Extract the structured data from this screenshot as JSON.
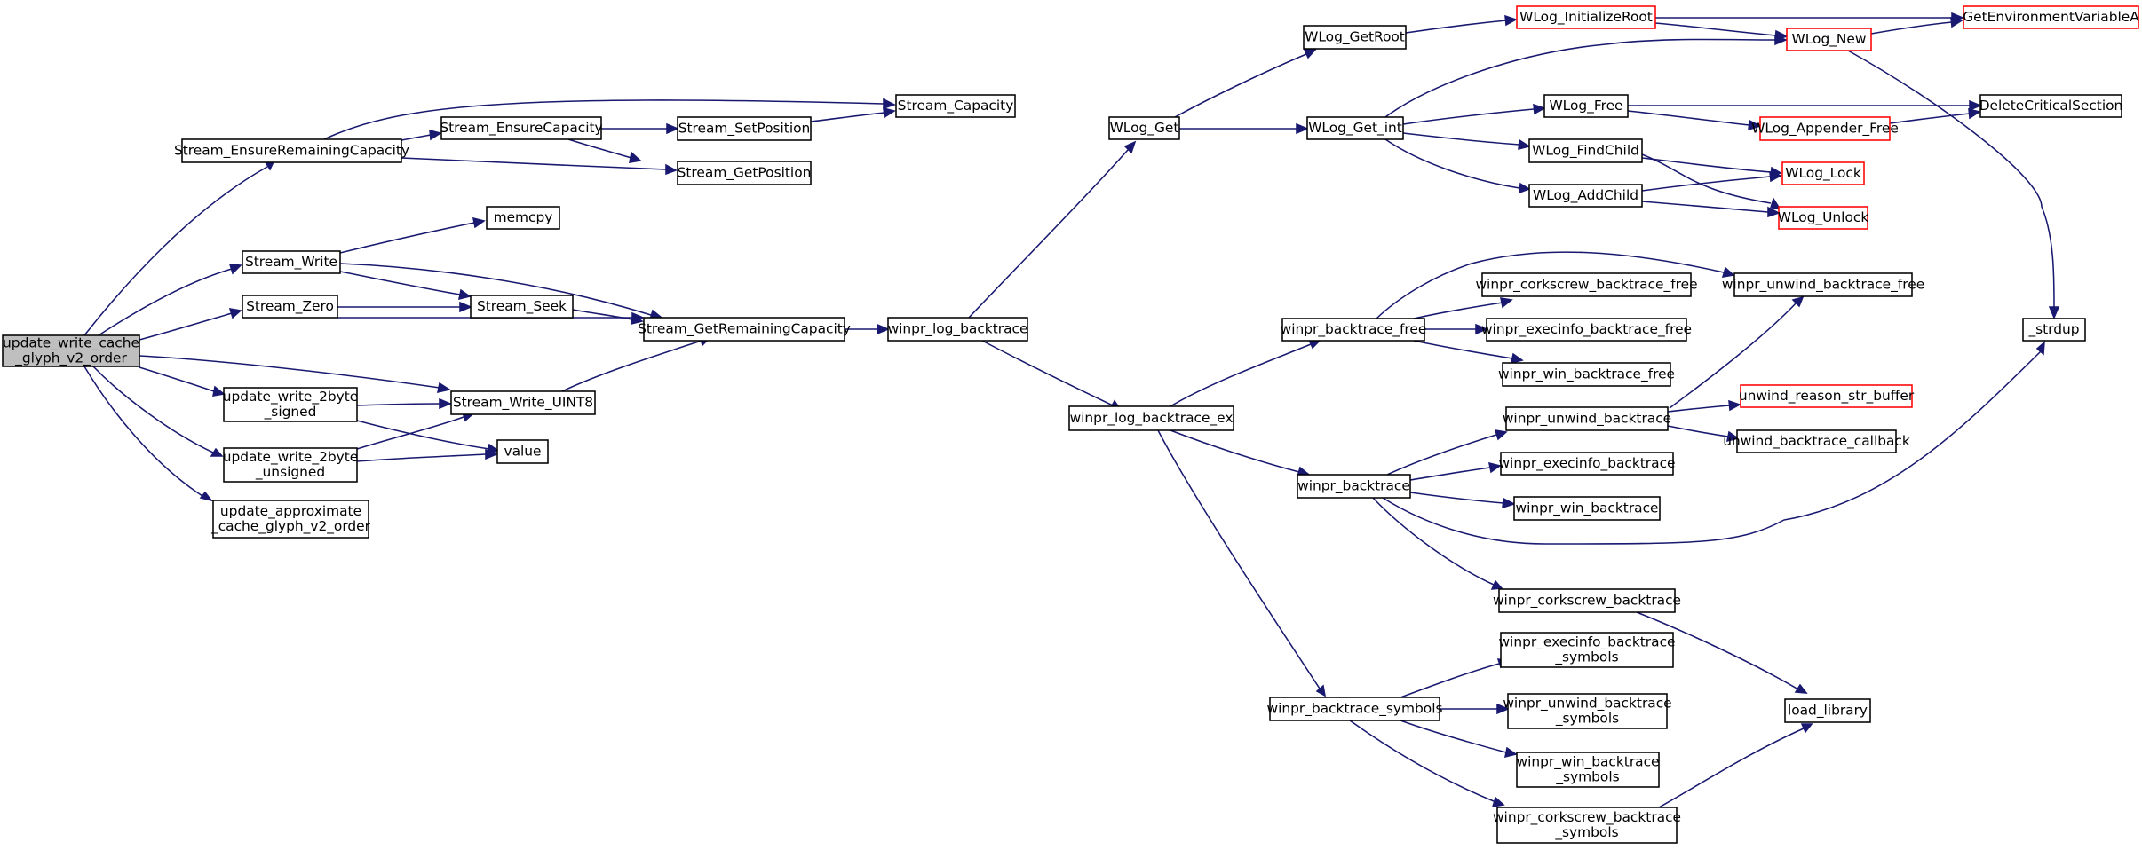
{
  "title": "",
  "colors": {
    "edge": "#191970",
    "node_border": "#000000",
    "node_border_truncated": "#ff0000",
    "root_fill": "#bfbfbf",
    "node_fill": "#ffffff"
  },
  "nodes": {
    "n0": {
      "lines": [
        "update_write_cache",
        "_glyph_v2_order"
      ],
      "root": true
    },
    "n1": {
      "lines": [
        "Stream_EnsureRemainingCapacity"
      ]
    },
    "n2": {
      "lines": [
        "Stream_Capacity"
      ]
    },
    "n3": {
      "lines": [
        "Stream_EnsureCapacity"
      ]
    },
    "n4": {
      "lines": [
        "Stream_GetPosition"
      ]
    },
    "n5": {
      "lines": [
        "Stream_SetPosition"
      ]
    },
    "n6": {
      "lines": [
        "Stream_Write"
      ]
    },
    "n7": {
      "lines": [
        "memcpy"
      ]
    },
    "n8": {
      "lines": [
        "Stream_GetRemainingCapacity"
      ]
    },
    "n9": {
      "lines": [
        "winpr_log_backtrace"
      ]
    },
    "n10": {
      "lines": [
        "Stream_Seek"
      ]
    },
    "n11": {
      "lines": [
        "Stream_Write_UINT8"
      ]
    },
    "n12": {
      "lines": [
        "Stream_Zero"
      ]
    },
    "n13": {
      "lines": [
        "update_approximate",
        "_cache_glyph_v2_order"
      ]
    },
    "n14": {
      "lines": [
        "update_write_2byte",
        "_signed"
      ]
    },
    "n15": {
      "lines": [
        "value"
      ]
    },
    "n16": {
      "lines": [
        "update_write_2byte",
        "_unsigned"
      ]
    },
    "n17": {
      "lines": [
        "WLog_Get"
      ]
    },
    "n18": {
      "lines": [
        "winpr_log_backtrace_ex"
      ]
    },
    "n19": {
      "lines": [
        "WLog_GetRoot"
      ]
    },
    "n20": {
      "lines": [
        "WLog_Get_int"
      ]
    },
    "n21": {
      "lines": [
        "WLog_InitializeRoot"
      ],
      "truncated": true
    },
    "n22": {
      "lines": [
        "GetEnvironmentVariableA"
      ],
      "truncated": true
    },
    "n23": {
      "lines": [
        "WLog_New"
      ],
      "truncated": true
    },
    "n24": {
      "lines": [
        "WLog_AddChild"
      ]
    },
    "n25": {
      "lines": [
        "WLog_Lock"
      ],
      "truncated": true
    },
    "n26": {
      "lines": [
        "WLog_Unlock"
      ],
      "truncated": true
    },
    "n27": {
      "lines": [
        "WLog_FindChild"
      ]
    },
    "n28": {
      "lines": [
        "WLog_Free"
      ]
    },
    "n29": {
      "lines": [
        "DeleteCriticalSection"
      ]
    },
    "n30": {
      "lines": [
        "WLog_Appender_Free"
      ],
      "truncated": true
    },
    "n31": {
      "lines": [
        "_strdup"
      ]
    },
    "n32": {
      "lines": [
        "winpr_backtrace"
      ]
    },
    "n33": {
      "lines": [
        "winpr_backtrace_free"
      ]
    },
    "n34": {
      "lines": [
        "winpr_backtrace_symbols"
      ]
    },
    "n35": {
      "lines": [
        "winpr_corkscrew_backtrace"
      ]
    },
    "n36": {
      "lines": [
        "winpr_execinfo_backtrace"
      ]
    },
    "n37": {
      "lines": [
        "winpr_unwind_backtrace"
      ]
    },
    "n38": {
      "lines": [
        "winpr_win_backtrace"
      ]
    },
    "n39": {
      "lines": [
        "load_library"
      ]
    },
    "n40": {
      "lines": [
        "unwind_backtrace_callback"
      ]
    },
    "n41": {
      "lines": [
        "unwind_reason_str_buffer"
      ],
      "truncated": true
    },
    "n42": {
      "lines": [
        "winpr_unwind_backtrace_free"
      ]
    },
    "n43": {
      "lines": [
        "winpr_corkscrew_backtrace_free"
      ]
    },
    "n44": {
      "lines": [
        "winpr_execinfo_backtrace_free"
      ]
    },
    "n45": {
      "lines": [
        "winpr_win_backtrace_free"
      ]
    },
    "n46": {
      "lines": [
        "winpr_corkscrew_backtrace",
        "_symbols"
      ]
    },
    "n47": {
      "lines": [
        "winpr_execinfo_backtrace",
        "_symbols"
      ]
    },
    "n48": {
      "lines": [
        "winpr_unwind_backtrace",
        "_symbols"
      ]
    },
    "n49": {
      "lines": [
        "winpr_win_backtrace",
        "_symbols"
      ]
    }
  },
  "edges": [
    [
      "n0",
      "n1"
    ],
    [
      "n0",
      "n6"
    ],
    [
      "n0",
      "n11"
    ],
    [
      "n0",
      "n12"
    ],
    [
      "n0",
      "n13"
    ],
    [
      "n0",
      "n14"
    ],
    [
      "n0",
      "n16"
    ],
    [
      "n1",
      "n2"
    ],
    [
      "n1",
      "n3"
    ],
    [
      "n1",
      "n4"
    ],
    [
      "n3",
      "n4"
    ],
    [
      "n3",
      "n5"
    ],
    [
      "n5",
      "n2"
    ],
    [
      "n6",
      "n7"
    ],
    [
      "n6",
      "n8"
    ],
    [
      "n6",
      "n10"
    ],
    [
      "n8",
      "n9"
    ],
    [
      "n9",
      "n17"
    ],
    [
      "n9",
      "n18"
    ],
    [
      "n17",
      "n19"
    ],
    [
      "n17",
      "n20"
    ],
    [
      "n19",
      "n21"
    ],
    [
      "n21",
      "n22"
    ],
    [
      "n21",
      "n23"
    ],
    [
      "n23",
      "n22"
    ],
    [
      "n23",
      "n31"
    ],
    [
      "n20",
      "n23"
    ],
    [
      "n20",
      "n24"
    ],
    [
      "n20",
      "n27"
    ],
    [
      "n20",
      "n28"
    ],
    [
      "n24",
      "n25"
    ],
    [
      "n24",
      "n26"
    ],
    [
      "n27",
      "n25"
    ],
    [
      "n27",
      "n26"
    ],
    [
      "n28",
      "n29"
    ],
    [
      "n28",
      "n30"
    ],
    [
      "n30",
      "n29"
    ],
    [
      "n18",
      "n32"
    ],
    [
      "n18",
      "n33"
    ],
    [
      "n18",
      "n34"
    ],
    [
      "n32",
      "n31"
    ],
    [
      "n32",
      "n35"
    ],
    [
      "n32",
      "n36"
    ],
    [
      "n32",
      "n37"
    ],
    [
      "n32",
      "n38"
    ],
    [
      "n35",
      "n39"
    ],
    [
      "n37",
      "n40"
    ],
    [
      "n37",
      "n41"
    ],
    [
      "n37",
      "n42"
    ],
    [
      "n33",
      "n42"
    ],
    [
      "n33",
      "n43"
    ],
    [
      "n33",
      "n44"
    ],
    [
      "n33",
      "n45"
    ],
    [
      "n34",
      "n46"
    ],
    [
      "n34",
      "n47"
    ],
    [
      "n34",
      "n48"
    ],
    [
      "n34",
      "n49"
    ],
    [
      "n46",
      "n39"
    ],
    [
      "n10",
      "n8"
    ],
    [
      "n11",
      "n8"
    ],
    [
      "n12",
      "n8"
    ],
    [
      "n12",
      "n10"
    ],
    [
      "n14",
      "n11"
    ],
    [
      "n14",
      "n15"
    ],
    [
      "n16",
      "n11"
    ],
    [
      "n16",
      "n15"
    ]
  ]
}
